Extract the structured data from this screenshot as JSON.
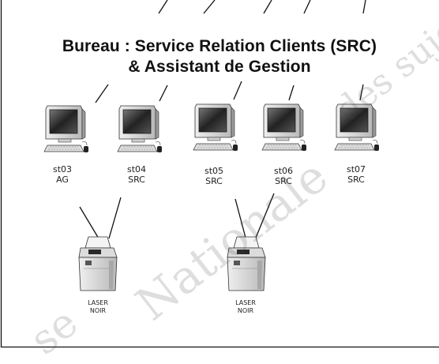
{
  "title": {
    "line1": "Bureau : Service Relation Clients (SRC)",
    "line2": "& Assistant de Gestion"
  },
  "workstations": [
    {
      "id": "st03",
      "role": "AG"
    },
    {
      "id": "st04",
      "role": "SRC"
    },
    {
      "id": "st05",
      "role": "SRC"
    },
    {
      "id": "st06",
      "role": "SRC"
    },
    {
      "id": "st07",
      "role": "SRC"
    }
  ],
  "printers": [
    {
      "line1": "LASER",
      "line2": "NOIR"
    },
    {
      "line1": "LASER",
      "line2": "NOIR"
    }
  ],
  "watermark": {
    "text_top_right": "des sujet",
    "text_center": "Nationale",
    "text_bottom_left": "se"
  },
  "colors": {
    "stroke": "#111111",
    "monitor_body": "#d8d8d8",
    "screen": "#3a3a3a"
  }
}
